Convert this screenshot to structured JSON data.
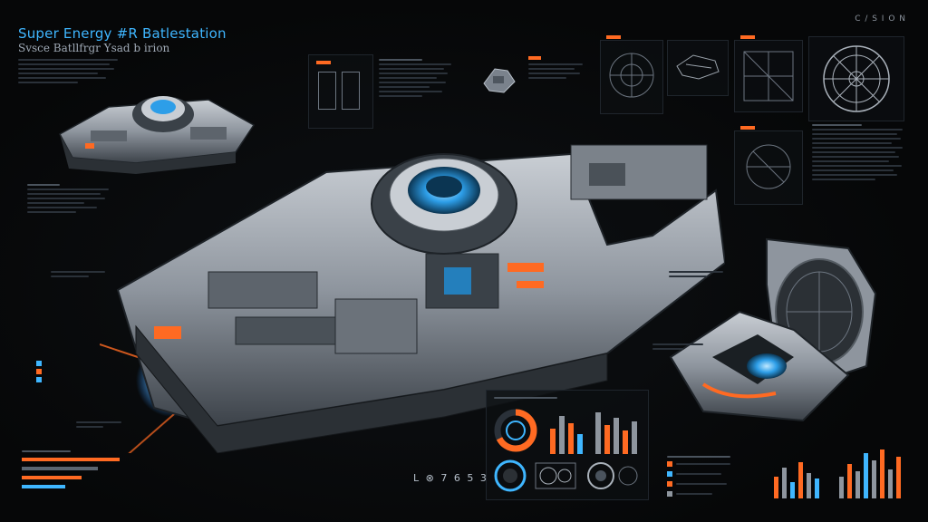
{
  "header": {
    "title": "Super Energy #R Batlestation",
    "subtitle": "Svsce Batllfrgr Ysad b irion",
    "top_right": "C / S I O N"
  },
  "footer": {
    "center_label": "L  ⊗ 7 6 5 3"
  },
  "colors": {
    "accent_blue": "#3fb6ff",
    "accent_orange": "#ff6a22",
    "hull_gray": "#8e959e",
    "background": "#050607"
  }
}
